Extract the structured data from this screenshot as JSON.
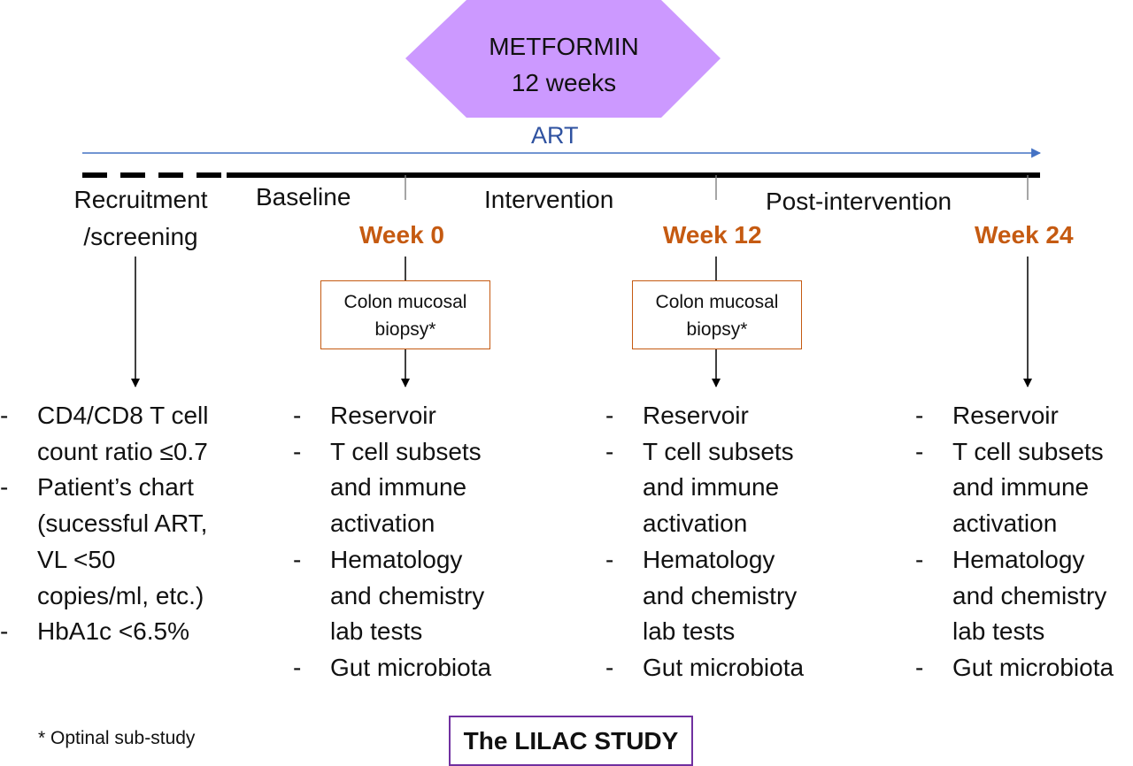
{
  "drug": {
    "name": "METFORMIN",
    "duration": "12 weeks"
  },
  "therapy": {
    "label": "ART"
  },
  "phases": {
    "recruitment": {
      "line1": "Recruitment",
      "line2": "/screening"
    },
    "baseline": "Baseline",
    "intervention": "Intervention",
    "post_intervention": "Post-intervention"
  },
  "weeks": [
    "Week 0",
    "Week 12",
    "Week 24"
  ],
  "biopsy": {
    "line1": "Colon mucosal",
    "line2": "biopsy*"
  },
  "screening_criteria": [
    [
      "CD4/CD8 T cell",
      "count ratio ≤0.7"
    ],
    [
      "Patient’s chart",
      "(sucessful ART,",
      "VL <50",
      "copies/ml, etc.)"
    ],
    [
      "HbA1c <6.5%"
    ]
  ],
  "timepoint_assessments": [
    [
      "Reservoir"
    ],
    [
      "T cell subsets",
      "and immune",
      "activation"
    ],
    [
      "Hematology",
      "and chemistry",
      "lab tests"
    ],
    [
      "Gut microbiota"
    ]
  ],
  "bullet_marker": "-",
  "footnote": "* Optinal sub-study",
  "study_title": "The LILAC STUDY",
  "colors": {
    "metformin_arrow": "#CC99FF",
    "art_arrow": "#4472C4",
    "week_label": "#C55A11",
    "biopsy_border": "#C55A11",
    "study_box_border": "#7030A0"
  }
}
